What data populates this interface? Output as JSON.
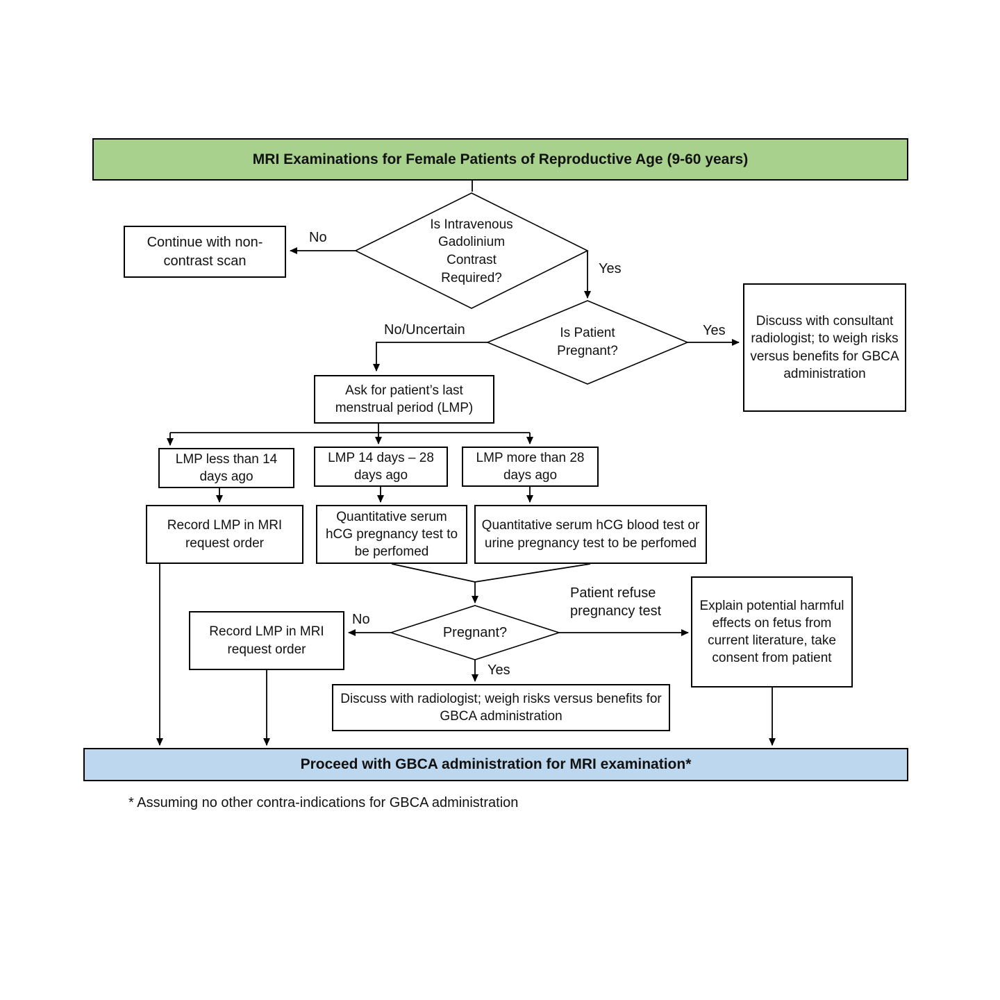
{
  "colors": {
    "banner_green": "#a9d18e",
    "banner_blue": "#bdd7ee",
    "line_black": "#000000"
  },
  "banner": {
    "title": "MRI Examinations for Female Patients of Reproductive Age (9-60 years)"
  },
  "nodes": {
    "d1_contrast_required": "Is Intravenous Gadolinium Contrast Required?",
    "continue_noncontrast": "Continue with non-contrast scan",
    "d2_patient_pregnant": "Is Patient Pregnant?",
    "consultant_radiologist": "Discuss with consultant radiologist; to weigh risks versus benefits for GBCA administration",
    "ask_lmp": "Ask for patient’s last menstrual period (LMP)",
    "lmp_less_14": "LMP less than 14 days ago",
    "lmp_14_28": "LMP 14 days – 28 days ago",
    "lmp_more_28": "LMP more than 28 days ago",
    "record_lmp_1": "Record LMP in MRI request order",
    "serum_test": "Quantitative serum hCG pregnancy test to be perfomed",
    "blood_urine_test": "Quantitative serum hCG blood test or urine pregnancy test to be perfomed",
    "d3_pregnant": "Pregnant?",
    "record_lmp_2": "Record LMP in MRI request order",
    "explain_risks": "Explain potential harmful effects on fetus from current literature, take consent from patient",
    "discuss_radiologist": "Discuss with radiologist; weigh risks versus benefits for GBCA administration",
    "proceed_gbca": "Proceed with GBCA administration for MRI examination*"
  },
  "edge_labels": {
    "no_contrast": "No",
    "yes_contrast": "Yes",
    "no_uncertain": "No/Uncertain",
    "yes_pregnant": "Yes",
    "no_pregnant": "No",
    "yes_pregnant2": "Yes",
    "refuse_test": "Patient refuse pregnancy test"
  },
  "footnote": {
    "text": "* Assuming no other contra-indications for GBCA administration"
  }
}
